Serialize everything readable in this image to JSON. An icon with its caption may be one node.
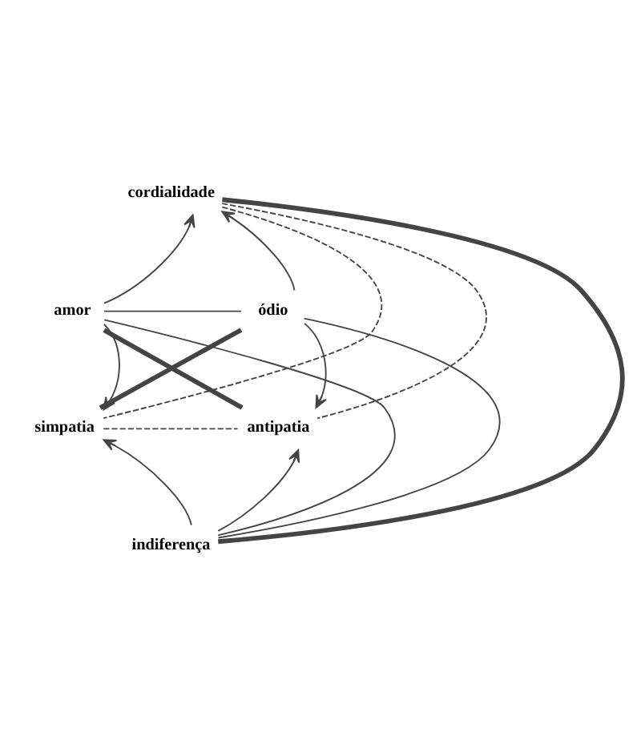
{
  "diagram": {
    "nodes": [
      {
        "text": [
          "cordialidade"
        ]
      },
      {
        "text": [
          "amor"
        ]
      },
      {
        "text": [
          "ódio"
        ]
      },
      {
        "text": [
          "simpatia"
        ]
      },
      {
        "text": [
          "antipatia"
        ]
      },
      {
        "text": [
          "indiferença"
        ]
      }
    ],
    "edges": [
      {
        "from": 1,
        "to": 0,
        "arrow": "to"
      },
      {
        "from": 2,
        "to": 0,
        "arrow": "to"
      },
      {
        "from": 1,
        "to": 2,
        "arrow": "none"
      },
      {
        "from": 1,
        "to": 4,
        "arrow": "none",
        "style": "thick"
      },
      {
        "from": 2,
        "to": 3,
        "arrow": "none",
        "style": "thick"
      },
      {
        "from": 0,
        "to": 5,
        "arrow": "none",
        "style": "thick"
      },
      {
        "from": 0,
        "to": 3,
        "arrow": "none",
        "style": "dashed"
      },
      {
        "from": 0,
        "to": 4,
        "arrow": "none",
        "style": "dashed"
      },
      {
        "from": 1,
        "to": 3,
        "arrow": "to"
      },
      {
        "from": 2,
        "to": 4,
        "arrow": "to"
      },
      {
        "from": 1,
        "to": 5,
        "arrow": "none"
      },
      {
        "from": 2,
        "to": 5,
        "arrow": "none"
      },
      {
        "from": 3,
        "to": 4,
        "arrow": "none",
        "style": "dashed"
      },
      {
        "from": 5,
        "to": 3,
        "arrow": "to"
      },
      {
        "from": 5,
        "to": 4,
        "arrow": "to"
      }
    ]
  }
}
